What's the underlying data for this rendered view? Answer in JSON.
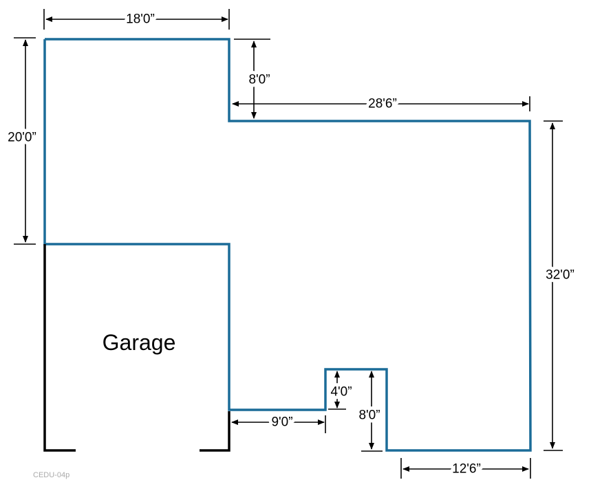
{
  "title": "Floor plan with garage",
  "rooms": {
    "garage": "Garage"
  },
  "dimensions": {
    "top_width": "18'0”",
    "left_height": "20'0”",
    "step_height": "8'0”",
    "right_width": "28'6”",
    "right_height": "32'0”",
    "notch_height": "4'0”",
    "bump_height": "8'0”",
    "garage_offset": "9'0”",
    "bottom_width": "12'6”"
  },
  "watermark": "CEDU-04p",
  "colors": {
    "wall": "#1b6c98",
    "opening": "#000000"
  }
}
